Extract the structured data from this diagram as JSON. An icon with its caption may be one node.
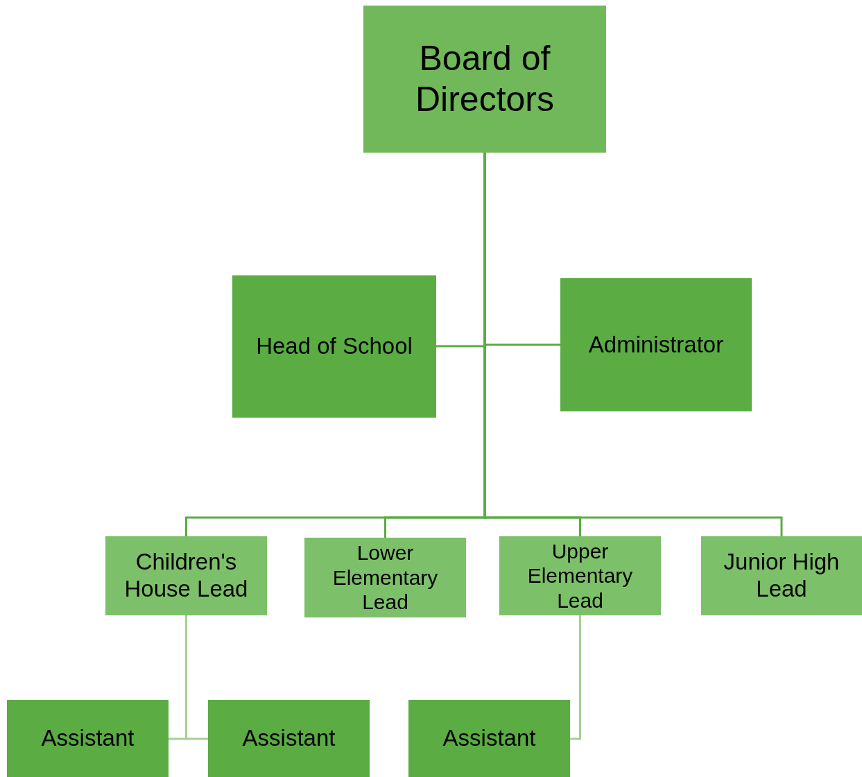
{
  "diagram": {
    "nodes": [
      {
        "text": [
          "Board of Directors"
        ]
      },
      {
        "text": [
          "Head of School"
        ]
      },
      {
        "text": [
          "Administrator"
        ]
      },
      {
        "text": [
          "Children's House Lead"
        ]
      },
      {
        "text": [
          "Lower Elementary Lead"
        ]
      },
      {
        "text": [
          "Upper Elementary Lead"
        ]
      },
      {
        "text": [
          "Junior High Lead"
        ]
      },
      {
        "text": [
          "Assistant"
        ]
      },
      {
        "text": [
          "Assistant"
        ]
      },
      {
        "text": [
          "Assistant"
        ]
      }
    ],
    "edges": [
      {
        "from": 0,
        "to": 1,
        "arrow": "none"
      },
      {
        "from": 0,
        "to": 2,
        "arrow": "none"
      },
      {
        "from": 0,
        "to": 3,
        "arrow": "none"
      },
      {
        "from": 0,
        "to": 4,
        "arrow": "none"
      },
      {
        "from": 0,
        "to": 5,
        "arrow": "none"
      },
      {
        "from": 0,
        "to": 6,
        "arrow": "none"
      },
      {
        "from": 3,
        "to": 7,
        "arrow": "none",
        "color": "#a6d096"
      },
      {
        "from": 3,
        "to": 8,
        "arrow": "none",
        "color": "#a6d096"
      },
      {
        "from": 5,
        "to": 9,
        "arrow": "none",
        "color": "#a6d096"
      }
    ]
  }
}
